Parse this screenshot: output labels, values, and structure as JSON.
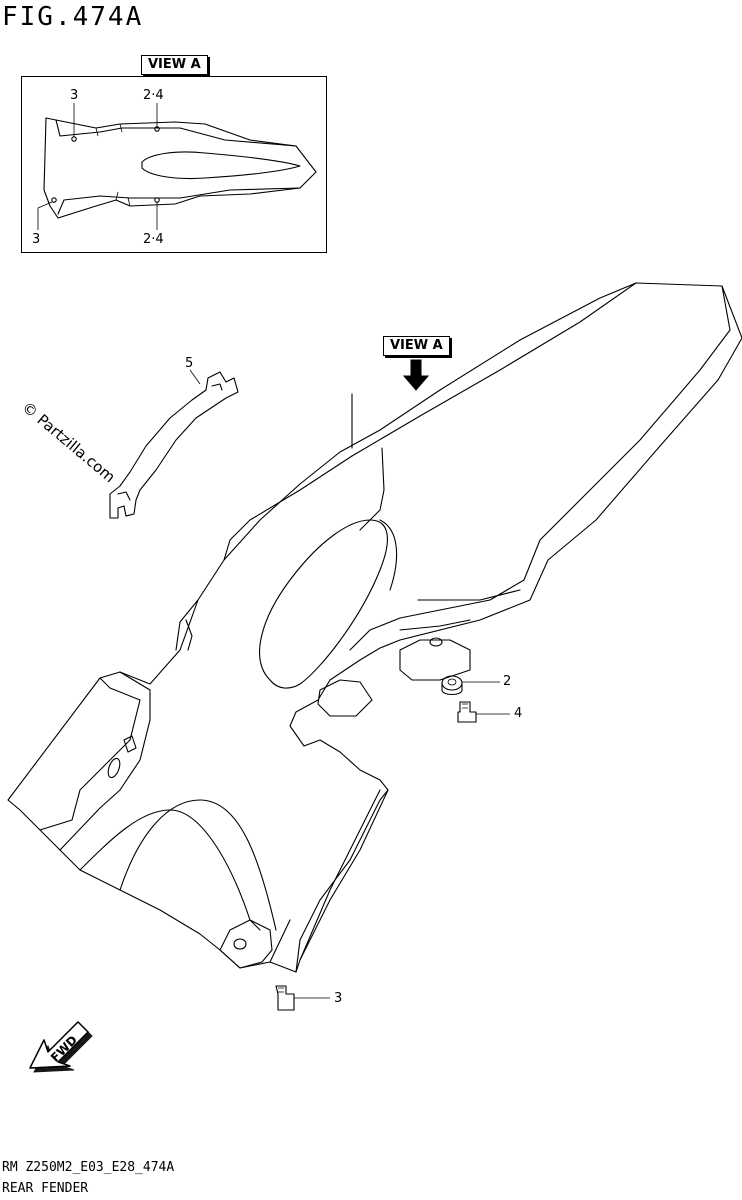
{
  "figure": {
    "title": "FIG.474A"
  },
  "view_a": {
    "inset_label": "VIEW A",
    "main_label": "VIEW A"
  },
  "inset_callouts": {
    "top_left": "3",
    "top_right": "2·4",
    "bottom_left": "3",
    "bottom_right": "2·4"
  },
  "main_callouts": {
    "bracket": "5",
    "nut": "2",
    "bolt_upper": "4",
    "bolt_lower": "3"
  },
  "watermark": "© Partzilla.com",
  "fwd_arrow": {
    "label": "FWD"
  },
  "footer": {
    "code": "RM Z250M2_E03_E28_474A",
    "caption": "REAR FENDER"
  }
}
